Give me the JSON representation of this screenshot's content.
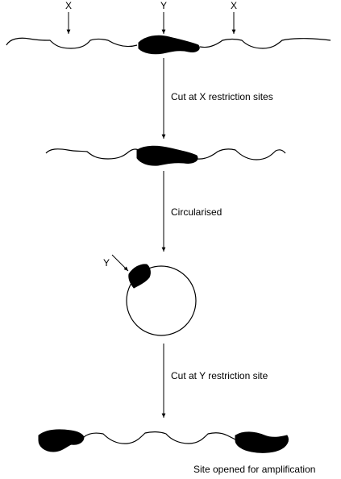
{
  "site_labels": {
    "x_left": "X",
    "y_top": "Y",
    "x_right": "X",
    "y_circle": "Y"
  },
  "steps": [
    {
      "label": "Cut at X restriction sites"
    },
    {
      "label": "Circularised"
    },
    {
      "label": "Cut at Y restriction site"
    }
  ],
  "caption": "Site opened for amplification"
}
